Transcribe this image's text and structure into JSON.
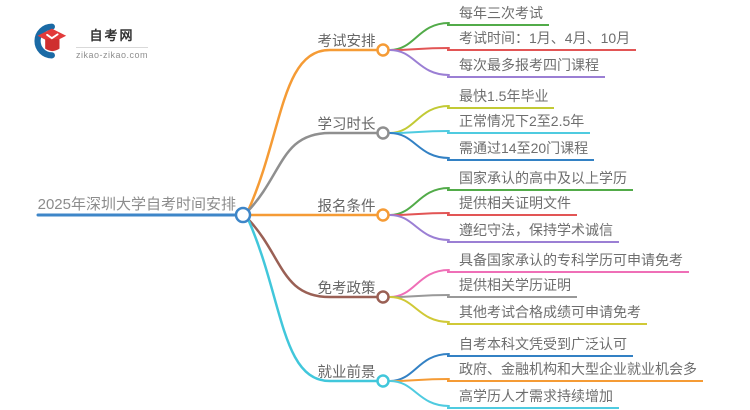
{
  "logo": {
    "site_name": "自考网",
    "site_url": "zikao-zikao.com",
    "icon_blue": "#1a6aa5",
    "icon_red": "#e23a3a",
    "icon_red_dark": "#cf2f2f"
  },
  "center": {
    "label": "2025年深圳大学自考时间安排",
    "color": "#3e86c8",
    "text_color": "#8c8c8c"
  },
  "text_color": "#6e6e6e",
  "background": "#ffffff",
  "branches": [
    {
      "label": "考试安排",
      "color": "#f59b35",
      "children": [
        {
          "label": "每年三次考试",
          "color": "#52ab49"
        },
        {
          "label": "考试时间：1月、4月、10月",
          "color": "#e25555"
        },
        {
          "label": "每次最多报考四门课程",
          "color": "#9b7fd4"
        }
      ]
    },
    {
      "label": "学习时长",
      "color": "#8f8f8f",
      "children": [
        {
          "label": "最快1.5年毕业",
          "color": "#c2ca35"
        },
        {
          "label": "正常情况下2至2.5年",
          "color": "#4fcbe0"
        },
        {
          "label": "需通过14至20门课程",
          "color": "#3381c4"
        }
      ]
    },
    {
      "label": "报名条件",
      "color": "#f59b35",
      "children": [
        {
          "label": "国家承认的高中及以上学历",
          "color": "#52ab49"
        },
        {
          "label": "提供相关证明文件",
          "color": "#e25555"
        },
        {
          "label": "遵纪守法，保持学术诚信",
          "color": "#9b7fd4"
        }
      ]
    },
    {
      "label": "免考政策",
      "color": "#9a6055",
      "children": [
        {
          "label": "具备国家承认的专科学历可申请免考",
          "color": "#ef6fb7"
        },
        {
          "label": "提供相关学历证明",
          "color": "#999999"
        },
        {
          "label": "其他考试合格成绩可申请免考",
          "color": "#d0c937"
        }
      ]
    },
    {
      "label": "就业前景",
      "color": "#41c7db",
      "children": [
        {
          "label": "自考本科文凭受到广泛认可",
          "color": "#3381c4"
        },
        {
          "label": "政府、金融机构和大型企业就业机会多",
          "color": "#f59b35"
        },
        {
          "label": "高学历人才需求持续增加",
          "color": "#4fcbe0"
        }
      ]
    }
  ]
}
